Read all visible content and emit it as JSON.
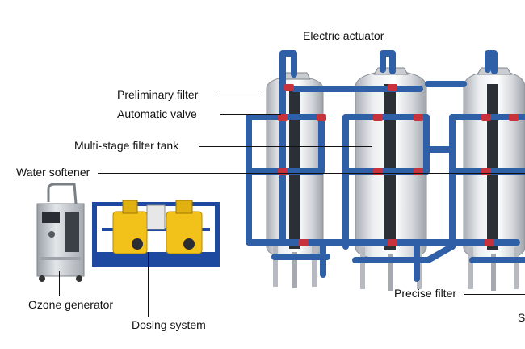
{
  "labels": {
    "electric_actuator": "Electric actuator",
    "preliminary_filter": "Preliminary filter",
    "automatic_valve": "Automatic valve",
    "multi_stage_filter_tank": "Multi-stage filter tank",
    "water_softener": "Water softener",
    "ozone_generator": "Ozone generator",
    "dosing_system": "Dosing system",
    "precise_filter": "Precise filter",
    "clipped_edge_letter": "S"
  },
  "colors": {
    "pipe": "#2f5fa6",
    "pipe_highlight": "#5a88cc",
    "valve_red": "#c8323c",
    "tank_steel": "#d9dbe0",
    "tank_dark_column": "#2b2f36",
    "dosing_tank_yellow": "#f2c21a",
    "frame_blue": "#1d49a0",
    "ozone_cabinet": "#c9cdd2",
    "text": "#111111"
  },
  "icons": [
    "tank-icon",
    "pipe-icon",
    "valve-icon",
    "ozone-generator-icon",
    "dosing-system-icon"
  ]
}
